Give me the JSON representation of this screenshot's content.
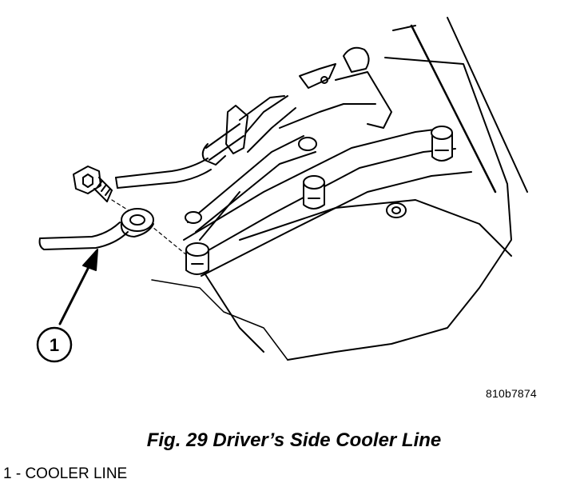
{
  "figure": {
    "callout_number": "1",
    "reference_code": "810b7874"
  },
  "caption": "Fig. 29 Driver’s Side Cooler Line",
  "legend": {
    "items": [
      {
        "label": "1 - COOLER LINE"
      }
    ]
  }
}
